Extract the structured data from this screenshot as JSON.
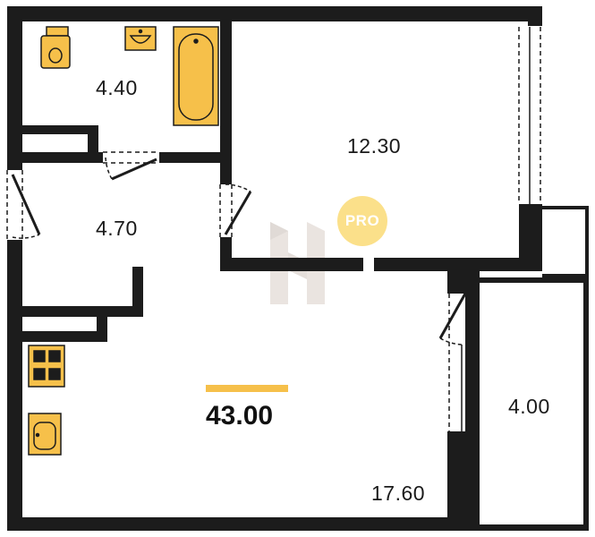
{
  "rooms": {
    "bathroom": {
      "area": "4.40"
    },
    "living_room": {
      "area": "12.30"
    },
    "hallway": {
      "area": "4.70"
    },
    "kitchen": {
      "area": "17.60"
    },
    "balcony": {
      "area": "4.00"
    }
  },
  "total_area": "43.00",
  "badge": {
    "label": "PRO"
  },
  "colors": {
    "wall": "#1c1c1c",
    "fixture_fill": "#f6c04a",
    "fixture_stroke": "#1c1c1c",
    "accent_bar": "#f6c04a",
    "badge": "#fbe08a",
    "watermark": "#d9d2cc"
  },
  "icons": [
    "toilet-icon",
    "sink-icon",
    "bathtub-icon",
    "stove-icon",
    "kitchen-sink-icon",
    "logo-watermark-icon"
  ]
}
